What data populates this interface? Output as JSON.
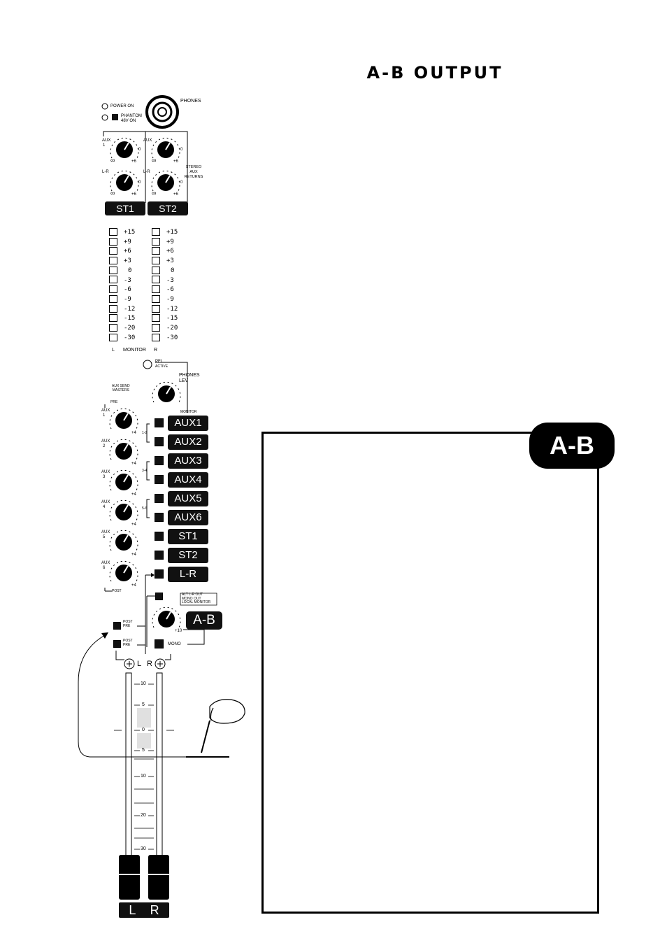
{
  "page": {
    "title": "A-B OUTPUT"
  },
  "top_panel": {
    "power_on": "POWER ON",
    "phantom": "PHANTOM\n48V ON",
    "phones": "PHONES",
    "stereo_returns": "STEREO\nAUX\nRETURNS",
    "aux_label": "AUX",
    "aux_num": "1",
    "lr_label": "L-R",
    "zero": "0",
    "plus6": "+6",
    "inf": "∞",
    "st1": "ST1",
    "st2": "ST2"
  },
  "meters": {
    "ticks": [
      "+15",
      "+9",
      "+6",
      "+3",
      "0",
      "-3",
      "-6",
      "-9",
      "-12",
      "-15",
      "-20",
      "-30"
    ],
    "left": "L",
    "monitor": "MONITOR",
    "right": "R"
  },
  "phones_section": {
    "pfl": "PFL",
    "active": "ACTIVE",
    "phones_lev": "PHONES\nLEV",
    "monitor": "MONITOR",
    "aux_send_masters": "AUX SEND\nMASTERS",
    "pre": "PRE",
    "post": "POST"
  },
  "aux_masters": [
    {
      "label": "AUX",
      "num": "1",
      "plus": "+4"
    },
    {
      "label": "AUX",
      "num": "2",
      "plus": "+4"
    },
    {
      "label": "AUX",
      "num": "3",
      "plus": "+4"
    },
    {
      "label": "AUX",
      "num": "4",
      "plus": "+4"
    },
    {
      "label": "AUX",
      "num": "5",
      "plus": "+4"
    },
    {
      "label": "AUX",
      "num": "6",
      "plus": "+4"
    }
  ],
  "monitor_buttons": [
    "AUX1",
    "AUX2",
    "AUX3",
    "AUX4",
    "AUX5",
    "AUX6",
    "ST1",
    "ST2",
    "L-R"
  ],
  "pair_labels": [
    "1-2",
    "3-4",
    "5-6"
  ],
  "ab_section": {
    "alt_lr_out": "ALT L-R OUT",
    "mono_out": "MONO OUT",
    "local_monitor": "LOCAL MONITOR",
    "ab_label": "A-B",
    "plus10": "+10",
    "mono": "MONO",
    "post": "POST",
    "pre": "PRE"
  },
  "faders": {
    "top_l": "L",
    "top_r": "R",
    "scale": [
      "10",
      "5",
      "0",
      "5",
      "10",
      "20",
      "30"
    ],
    "bottom_l": "L",
    "bottom_r": "R"
  },
  "callout": {
    "badge": "A-B"
  }
}
